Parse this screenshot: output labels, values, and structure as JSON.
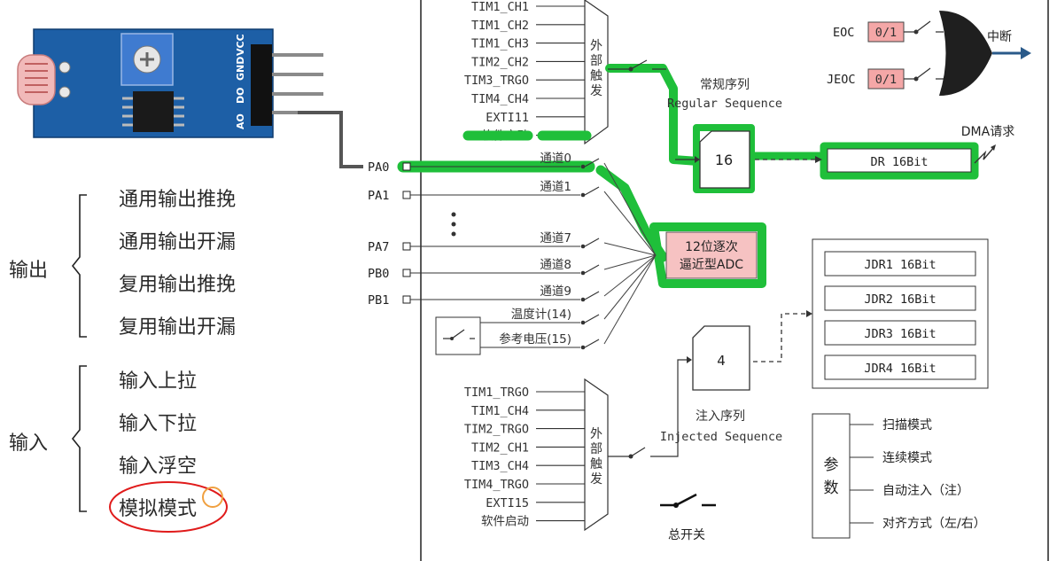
{
  "module": {
    "pin_labels": [
      "AO",
      "DO",
      "GND",
      "VCC"
    ]
  },
  "modes": {
    "output_group": "输出",
    "output_items": [
      "通用输出推挽",
      "通用输出开漏",
      "复用输出推挽",
      "复用输出开漏"
    ],
    "input_group": "输入",
    "input_items": [
      "输入上拉",
      "输入下拉",
      "输入浮空",
      "模拟模式"
    ]
  },
  "adc": {
    "regular_triggers": [
      "TIM1_CH1",
      "TIM1_CH2",
      "TIM1_CH3",
      "TIM2_CH2",
      "TIM3_TRGO",
      "TIM4_CH4",
      "EXTI11",
      "软件启动"
    ],
    "external_trigger": "外部触发",
    "pins": [
      "PA0",
      "PA1",
      "PA7",
      "PB0",
      "PB1"
    ],
    "channels": [
      "通道0",
      "通道1",
      "通道7",
      "通道8",
      "通道9",
      "温度计(14)",
      "参考电压(15)"
    ],
    "regular_seq_cn": "常规序列",
    "regular_seq_en": "Regular Sequence",
    "regular_count": "16",
    "dr": "DR 16Bit",
    "dma": "DMA请求",
    "converter_line1": "12位逐次",
    "converter_line2": "逼近型ADC",
    "eoc": "EOC",
    "jeoc": "JEOC",
    "flag": "0/1",
    "interrupt": "中断",
    "jdr": [
      "JDR1 16Bit",
      "JDR2 16Bit",
      "JDR3 16Bit",
      "JDR4 16Bit"
    ],
    "injected_count": "4",
    "injected_seq_cn": "注入序列",
    "injected_seq_en": "Injected Sequence",
    "injected_triggers": [
      "TIM1_TRGO",
      "TIM1_CH4",
      "TIM2_TRGO",
      "TIM2_CH1",
      "TIM3_CH4",
      "TIM4_TRGO",
      "EXTI15",
      "软件启动"
    ],
    "params_title_1": "参",
    "params_title_2": "数",
    "params": [
      "扫描模式",
      "连续模式",
      "自动注入（注）",
      "对齐方式（左/右）"
    ],
    "master_switch": "总开关"
  },
  "colors": {
    "highlight_green": "#1fbf3a",
    "flag_fill": "#f4a7a7",
    "converter_fill": "#f6c2c2",
    "module_blue": "#1d5fa6",
    "annotation_red": "#e01b1b",
    "cursor_orange": "#f0a040",
    "arrow_blue": "#2a5a8a"
  }
}
